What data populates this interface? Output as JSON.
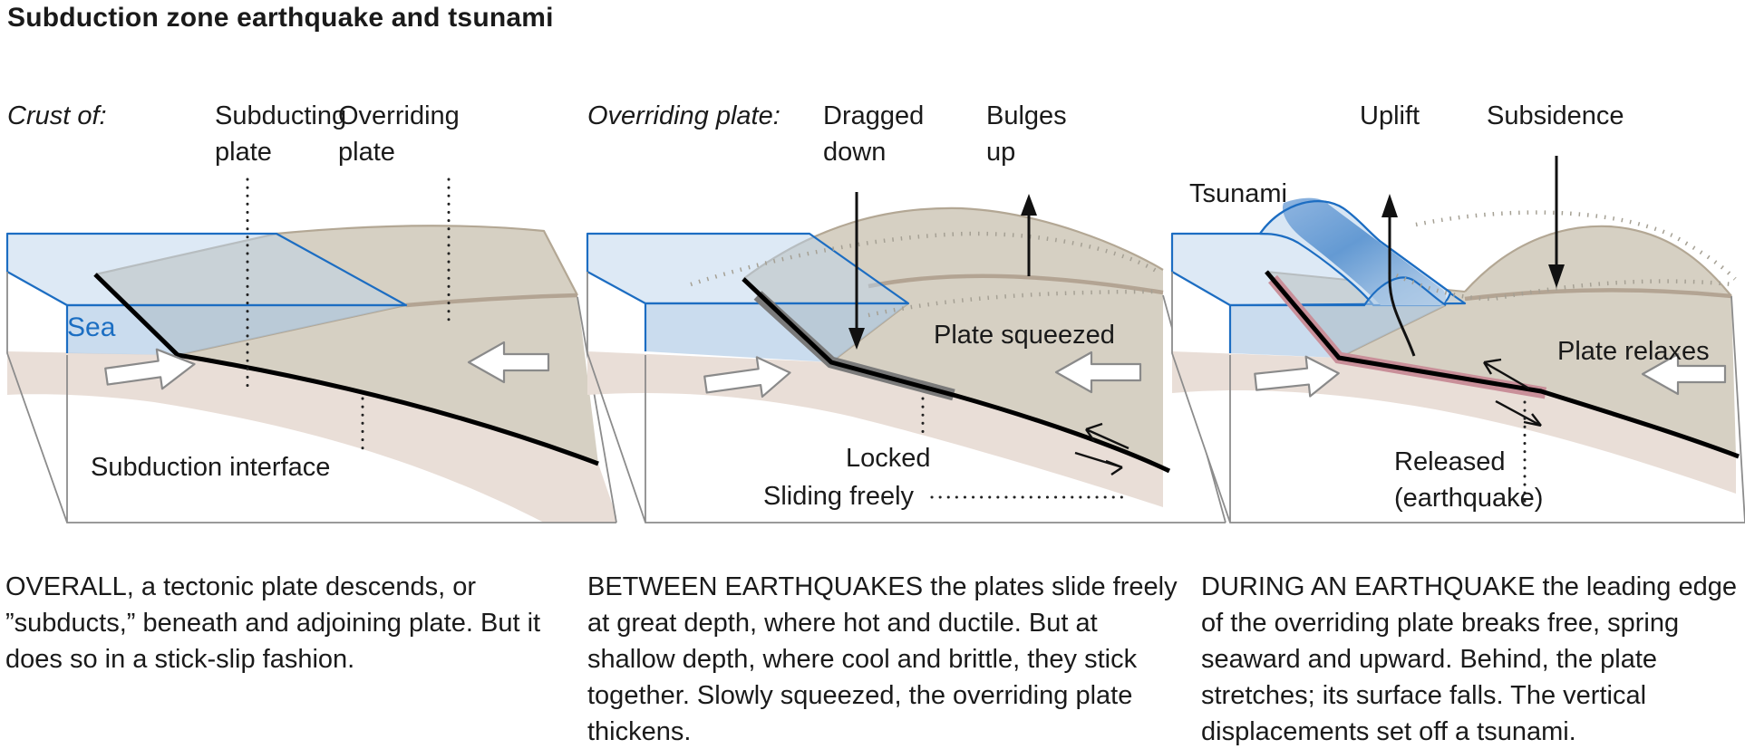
{
  "title": "Subduction zone earthquake and tsunami",
  "colors": {
    "sea_outline": "#1c6dc2",
    "sea_top_fill": "#dce9f6",
    "sea_front_fill": "#c2d7ec",
    "land_fill": "#d6d0c3",
    "land_outline": "#b3a794",
    "slab_fill": "#e9ded7",
    "fault": "#000000",
    "locked_band": "#7a7a7a",
    "released_band": "#c98f99",
    "former_position_dotted": "#a5a094"
  },
  "panels": [
    {
      "id": "overall",
      "labels": {
        "crust_of": "Crust of:",
        "subducting_1": "Subducting",
        "subducting_2": "plate",
        "overriding_1": "Overriding",
        "overriding_2": "plate",
        "sea": "Sea",
        "interface": "Subduction interface"
      },
      "caption": "OVERALL, a tectonic plate descends, or ”subducts,” beneath and adjoining plate. But it does so in a stick-slip fashion."
    },
    {
      "id": "between-earthquakes",
      "labels": {
        "heading": "Overriding plate:",
        "dragged_1": "Dragged",
        "dragged_2": "down",
        "bulges_1": "Bulges",
        "bulges_2": "up",
        "plate_squeezed": "Plate squeezed",
        "locked": "Locked",
        "sliding_freely": "Sliding freely"
      },
      "caption": "BETWEEN EARTHQUAKES the plates slide freely at great depth, where hot and ductile. But at shallow depth, where cool and brittle, they stick together. Slowly squeezed, the overriding plate thickens."
    },
    {
      "id": "during-earthquake",
      "labels": {
        "tsunami": "Tsunami",
        "uplift": "Uplift",
        "subsidence": "Subsidence",
        "plate_relaxes": "Plate relaxes",
        "released_1": "Released",
        "released_2": "(earthquake)"
      },
      "caption": "DURING AN EARTHQUAKE the leading edge of the overriding plate breaks free, spring seaward and upward. Behind, the plate stretches; its surface falls. The vertical displacements set off a tsunami."
    }
  ]
}
